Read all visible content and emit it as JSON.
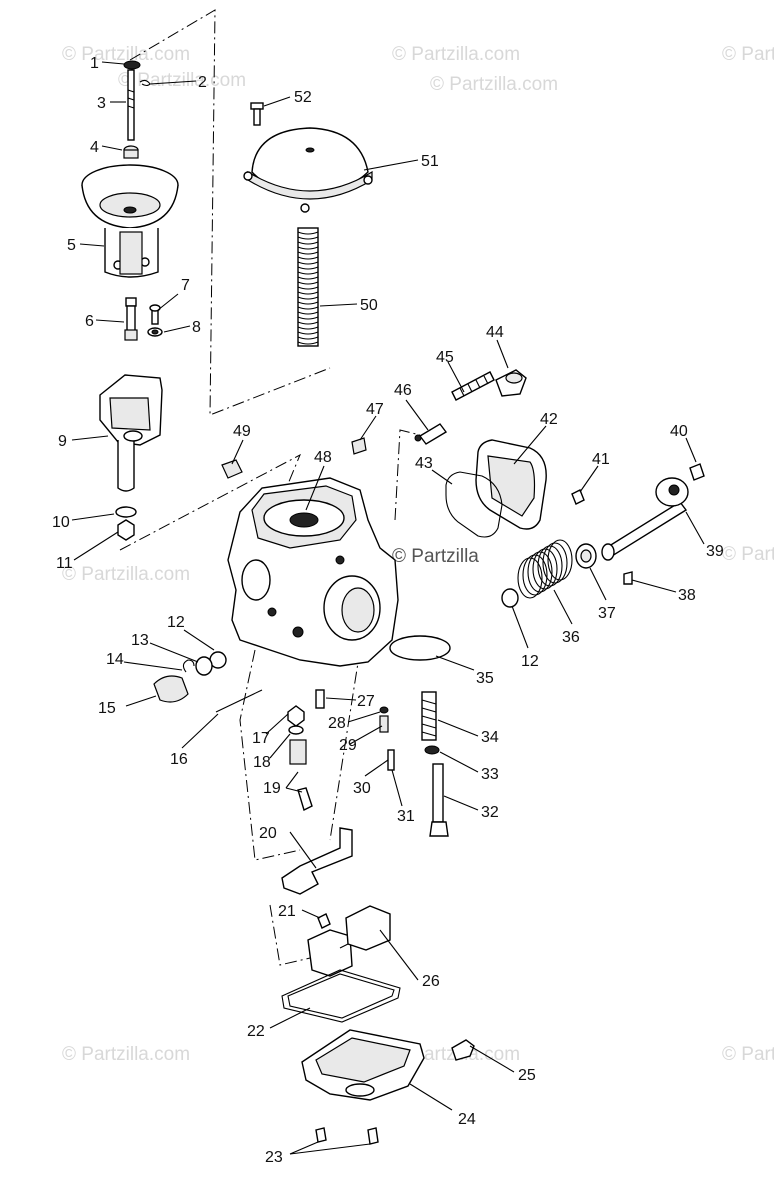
{
  "watermarks": [
    "© Partzilla.com",
    "© Partzilla.com",
    "© Partzilla.com",
    "© Partzilla.com",
    "© Partzilla.com",
    "© Partzilla.com",
    "© Partzilla",
    "© Partzilla.com",
    "© Partzilla.com",
    "© Partzilla.com",
    "© Partzilla.com"
  ],
  "callouts": [
    "1",
    "2",
    "3",
    "4",
    "5",
    "6",
    "7",
    "8",
    "9",
    "10",
    "11",
    "12",
    "12",
    "13",
    "14",
    "15",
    "16",
    "17",
    "18",
    "19",
    "20",
    "21",
    "22",
    "23",
    "24",
    "25",
    "26",
    "27",
    "28",
    "29",
    "30",
    "31",
    "32",
    "33",
    "34",
    "35",
    "36",
    "37",
    "38",
    "39",
    "40",
    "41",
    "42",
    "43",
    "44",
    "45",
    "46",
    "47",
    "48",
    "49",
    "50",
    "51",
    "52"
  ]
}
